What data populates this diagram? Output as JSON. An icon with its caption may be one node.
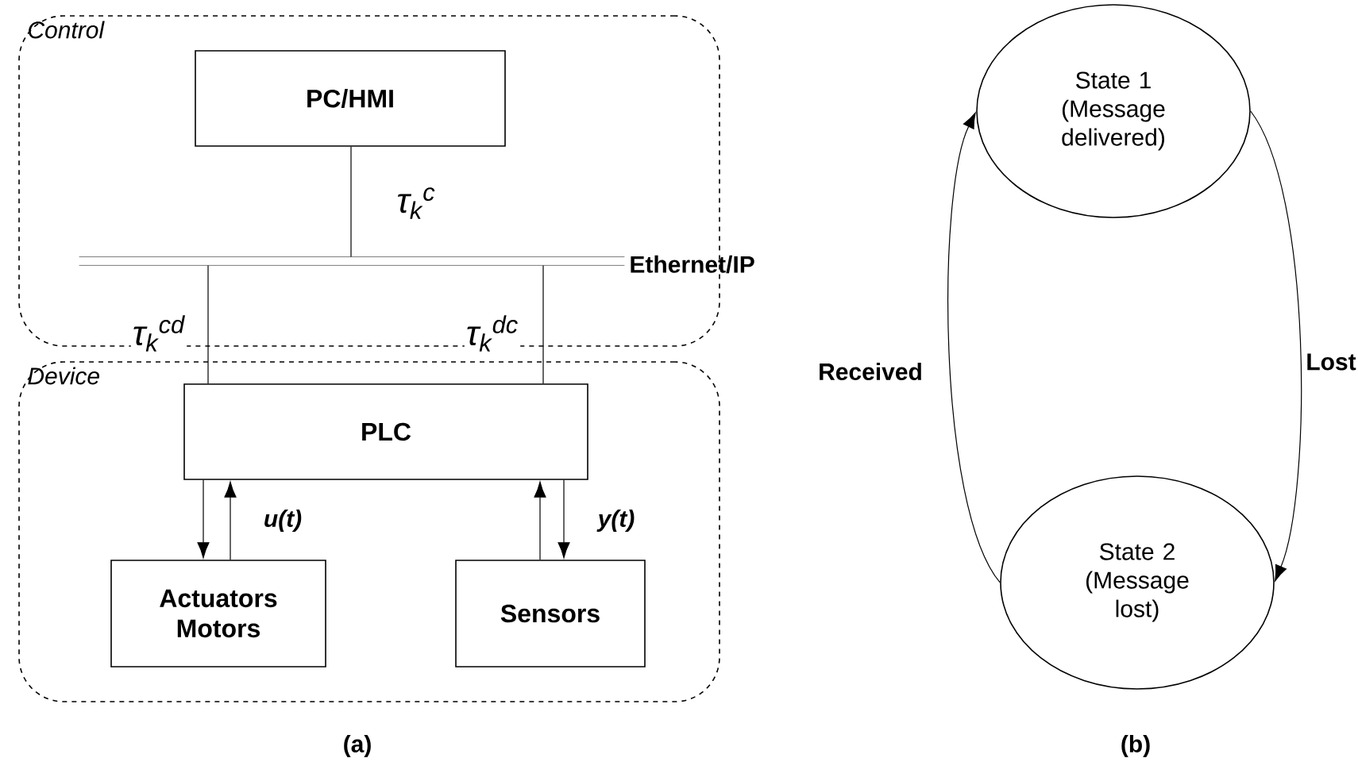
{
  "diagram": {
    "nodes": [
      {
        "text": [
          "Control"
        ]
      },
      {
        "text": [
          "PC/HMI"
        ],
        "in": 0
      },
      {
        "text": [],
        "shape": "bar",
        "in": 0,
        "beside": [
          "Ethernet/IP"
        ]
      },
      {
        "text": [
          "Device"
        ]
      },
      {
        "text": [
          "PLC"
        ],
        "in": 3
      },
      {
        "text": [
          "Actuators Motors"
        ],
        "in": 3
      },
      {
        "text": [
          "Sensors"
        ],
        "in": 3
      },
      {
        "text": [
          "State 1",
          "(Message delivered)"
        ]
      },
      {
        "text": [
          "State 2",
          "(Message lost)"
        ]
      }
    ],
    "edges": [
      {
        "from": 1,
        "to": 2,
        "arrow": "none",
        "label": "τ$_{k}$$^{c}$"
      },
      {
        "from": 2,
        "to": 4,
        "arrow": "none",
        "label": "τ$_{k}$$^{cd}$"
      },
      {
        "from": 2,
        "to": 4,
        "arrow": "none",
        "label": "τ$_{k}$$^{dc}$"
      },
      {
        "from": 4,
        "to": 5,
        "arrow": "to"
      },
      {
        "from": 5,
        "to": 4,
        "arrow": "to",
        "label": "u(t)"
      },
      {
        "from": 6,
        "to": 4,
        "arrow": "to"
      },
      {
        "from": 4,
        "to": 6,
        "arrow": "to",
        "label": "y(t)"
      },
      {
        "from": 7,
        "to": 8,
        "arrow": "to",
        "label": "Lost"
      },
      {
        "from": 8,
        "to": 7,
        "arrow": "to",
        "label": "Received"
      }
    ],
    "labels": [
      "(a)",
      "(b)"
    ]
  }
}
